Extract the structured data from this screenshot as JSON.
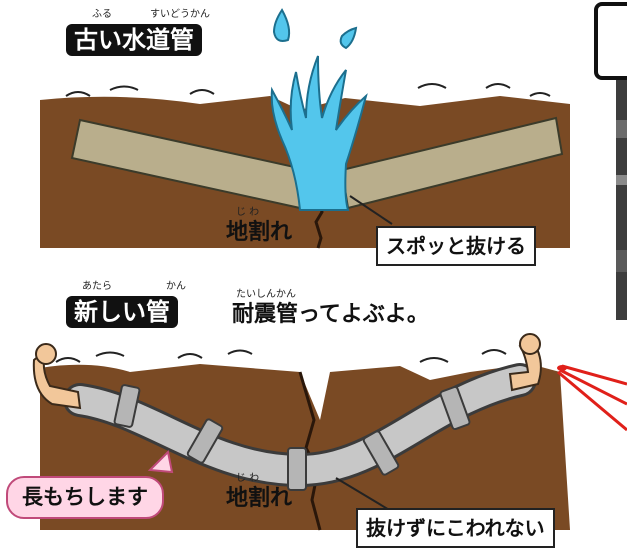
{
  "old_section": {
    "title": "古い水道管",
    "title_ruby": [
      "ふる",
      "すいどうかん"
    ],
    "crack_label": "地割れ",
    "crack_ruby": "じ わ",
    "callout": "スポッと抜ける"
  },
  "new_section": {
    "title": "新しい管",
    "title_ruby": [
      "あたら",
      "かん"
    ],
    "note": "耐震管ってよぶよ。",
    "note_ruby": "たいしんかん",
    "crack_label": "地割れ",
    "crack_ruby": "じ わ",
    "bubble": "長もちします",
    "callout": "抜けずにこわれない"
  },
  "colors": {
    "soil": "#7a4a24",
    "soil_dark": "#5b3516",
    "old_pipe": "#b9ae8c",
    "new_pipe": "#c7c7c7",
    "water": "#53c6ec",
    "pointer": "#e0201a"
  }
}
